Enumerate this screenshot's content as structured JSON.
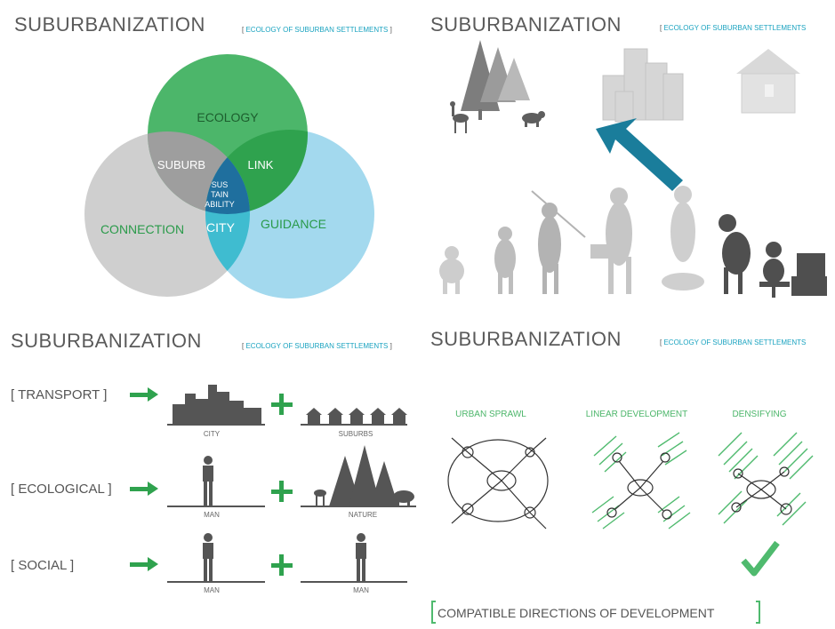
{
  "colors": {
    "ecology_green": "#4cb66a",
    "link_green": "#2fa24e",
    "sustain_blue": "#1f6f9e",
    "guidance_blue": "#a3d9ee",
    "city_teal": "#3fbcd0",
    "connection_gray": "#cfcfcf",
    "suburb_gray": "#9e9e9e",
    "arrow_teal": "#1a7d9b",
    "sketch_green": "#4fba6e"
  },
  "panel_tl": {
    "title": "SUBURBANIZATION",
    "tag": "ECOLOGY OF SUBURBAN SETTLEMENTS",
    "venn": {
      "ecology": "ECOLOGY",
      "suburb": "SUBURB",
      "link": "LINK",
      "sus1": "SUS",
      "sus2": "TAIN",
      "sus3": "ABILITY",
      "connection": "CONNECTION",
      "city": "CITY",
      "guidance": "GUIDANCE"
    }
  },
  "panel_tr": {
    "title": "SUBURBANIZATION",
    "tag": "ECOLOGY OF SUBURBAN SETTLEMENTS"
  },
  "panel_bl": {
    "title": "SUBURBANIZATION",
    "tag": "ECOLOGY OF SUBURBAN SETTLEMENTS",
    "rows": [
      {
        "label": "[ TRANSPORT ]",
        "left": "CITY",
        "right": "SUBURBS"
      },
      {
        "label": "[ ECOLOGICAL ]",
        "left": "MAN",
        "right": "NATURE"
      },
      {
        "label": "[ SOCIAL ]",
        "left": "MAN",
        "right": "MAN"
      }
    ]
  },
  "panel_br": {
    "title": "SUBURBANIZATION",
    "tag": "ECOLOGY OF SUBURBAN SETTLEMENTS",
    "headings": [
      "URBAN SPRAWL",
      "LINEAR DEVELOPMENT",
      "DENSIFYING"
    ],
    "caption": "COMPATIBLE DIRECTIONS OF DEVELOPMENT"
  }
}
